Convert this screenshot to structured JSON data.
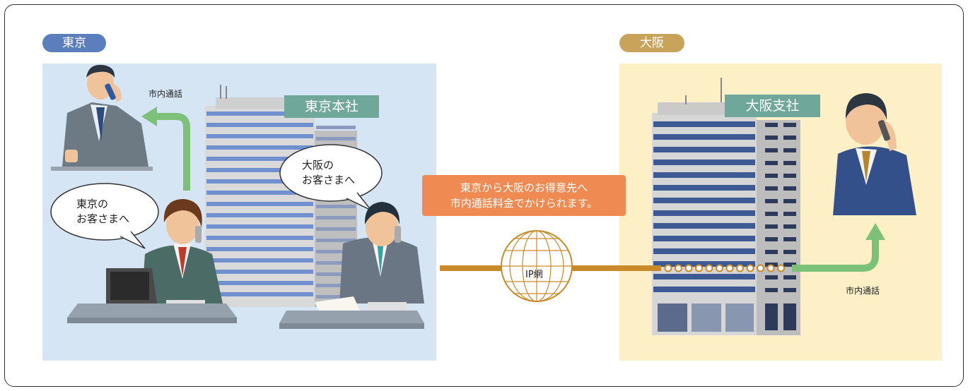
{
  "regions": {
    "tokyo": {
      "badge": "東京",
      "building": "東京本社"
    },
    "osaka": {
      "badge": "大阪",
      "building": "大阪支社"
    }
  },
  "bubbles": {
    "tokyo_customer": [
      "東京の",
      "お客さまへ"
    ],
    "osaka_customer": [
      "大阪の",
      "お客さまへ"
    ]
  },
  "labels": {
    "local_call_tokyo": "市内通話",
    "local_call_osaka": "市内通話",
    "ip_network": "IP網"
  },
  "callout": [
    "東京から大阪のお得意先へ",
    "市内通話料金でかけられます。"
  ],
  "colors": {
    "tokyo_accent": "#5b7fbd",
    "osaka_accent": "#c8a35a",
    "tokyo_bg": "#d6e5f4",
    "osaka_bg": "#fdf0c6",
    "line": "#c98a2a",
    "green_arrow": "#7cc07a",
    "callout": "#ef8a52",
    "building_label": "#6fa79a"
  }
}
